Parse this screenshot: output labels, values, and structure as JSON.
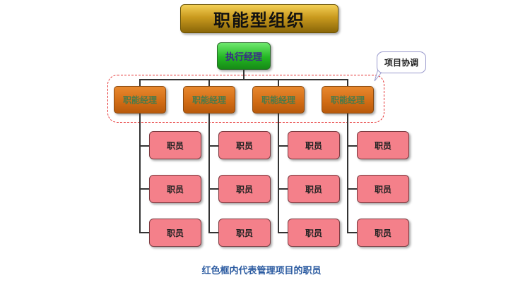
{
  "title": "职能型组织",
  "executive": "执行经理",
  "callout": "项目协调",
  "managers": [
    "职能经理",
    "职能经理",
    "职能经理",
    "职能经理"
  ],
  "staff": [
    [
      "职员",
      "职员",
      "职员"
    ],
    [
      "职员",
      "职员",
      "职员"
    ],
    [
      "职员",
      "职员",
      "职员"
    ],
    [
      "职员",
      "职员",
      "职员"
    ]
  ],
  "caption": "红色框内代表管理项目的职员"
}
